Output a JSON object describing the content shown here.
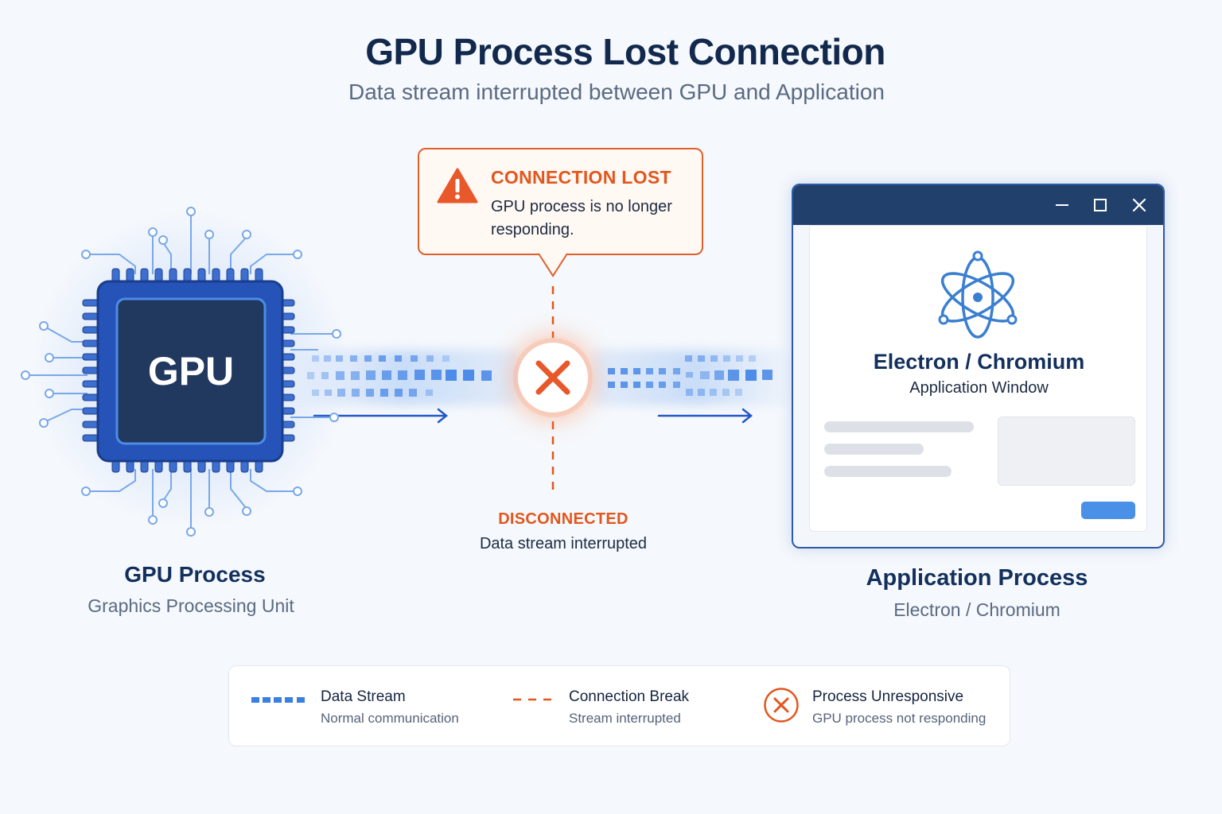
{
  "header": {
    "title": "GPU Process Lost Connection",
    "subtitle": "Data stream interrupted between GPU and Application"
  },
  "alert": {
    "title": "CONNECTION LOST",
    "message": "GPU process is no longer responding.",
    "icon": "warning-triangle-icon"
  },
  "break_point": {
    "status": "DISCONNECTED",
    "description": "Data stream interrupted",
    "icon": "x-mark-icon"
  },
  "gpu": {
    "chip_text": "GPU",
    "label": "GPU Process",
    "sublabel": "Graphics Processing Unit"
  },
  "app": {
    "window_title": "Electron / Chromium",
    "window_sublabel": "Application Window",
    "label": "Application Process",
    "sublabel": "Electron / Chromium",
    "icon": "electron-atom-icon",
    "window_controls": [
      "minimize-icon",
      "maximize-icon",
      "close-icon"
    ]
  },
  "legend": {
    "items": [
      {
        "title": "Data Stream",
        "description": "Normal communication"
      },
      {
        "title": "Connection Break",
        "description": "Stream interrupted"
      },
      {
        "title": "Process Unresponsive",
        "description": "GPU process not responding"
      }
    ]
  },
  "colors": {
    "accent_blue": "#2f6fdd",
    "error_orange": "#e1571e",
    "navy": "#13305d",
    "chip_dark": "#22395f"
  }
}
